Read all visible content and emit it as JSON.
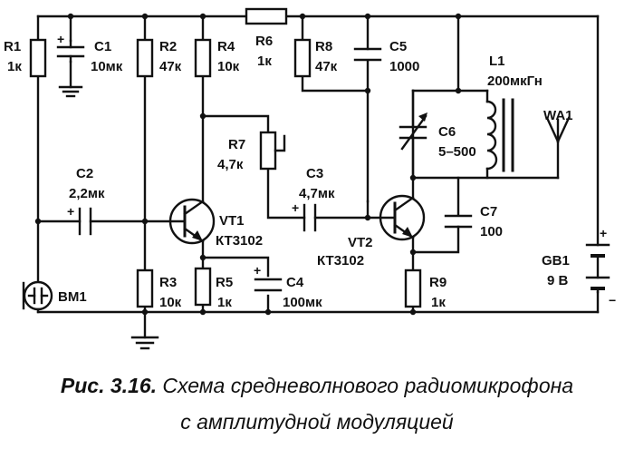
{
  "components": {
    "R1": {
      "ref": "R1",
      "value": "1к"
    },
    "C1": {
      "ref": "C1",
      "value": "10мк"
    },
    "R2": {
      "ref": "R2",
      "value": "47к"
    },
    "R4": {
      "ref": "R4",
      "value": "10к"
    },
    "R6": {
      "ref": "R6",
      "value": "1к"
    },
    "R8": {
      "ref": "R8",
      "value": "47к"
    },
    "C5": {
      "ref": "C5",
      "value": "1000"
    },
    "L1": {
      "ref": "L1",
      "value": "200мкГн"
    },
    "R7": {
      "ref": "R7",
      "value": "4,7к"
    },
    "C6": {
      "ref": "C6",
      "value": "5–500"
    },
    "WA1": {
      "ref": "WA1"
    },
    "C2": {
      "ref": "C2",
      "value": "2,2мк"
    },
    "C3": {
      "ref": "C3",
      "value": "4,7мк"
    },
    "VT1": {
      "ref": "VT1",
      "value": "КТ3102"
    },
    "VT2": {
      "ref": "VT2",
      "value": "КТ3102"
    },
    "C7": {
      "ref": "C7",
      "value": "100"
    },
    "GB1": {
      "ref": "GB1",
      "value": "9 В"
    },
    "BM1": {
      "ref": "BM1"
    },
    "R3": {
      "ref": "R3",
      "value": "10к"
    },
    "R5": {
      "ref": "R5",
      "value": "1к"
    },
    "C4": {
      "ref": "C4",
      "value": "100мк"
    },
    "R9": {
      "ref": "R9",
      "value": "1к"
    }
  },
  "caption": {
    "number": "Рис. 3.16.",
    "line1": "Схема средневолнового радиомикрофона",
    "line2": "с амплитудной модуляцией"
  }
}
